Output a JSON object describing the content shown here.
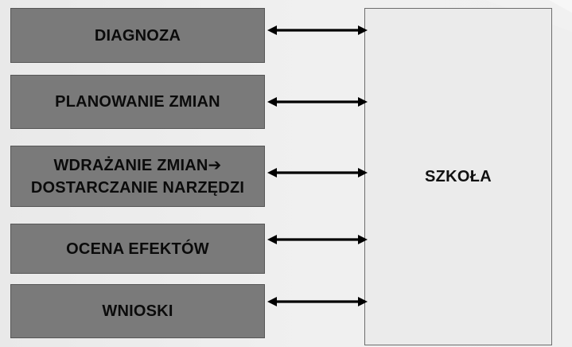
{
  "diagram": {
    "steps": [
      {
        "lines": [
          "DIAGNOZA"
        ]
      },
      {
        "lines": [
          "PLANOWANIE ZMIAN"
        ]
      },
      {
        "lines": [
          "WDRAŻANIE ZMIAN➔",
          "DOSTARCZANIE NARZĘDZI"
        ]
      },
      {
        "lines": [
          "OCENA EFEKTÓW"
        ]
      },
      {
        "lines": [
          "WNIOSKI"
        ]
      }
    ],
    "target": "SZKOŁA",
    "colors": {
      "step_fill": "#7a7a7a",
      "step_border": "#575757",
      "target_fill": "#ebebeb",
      "target_border": "#6d6d6d",
      "arrow": "#000000",
      "background": "#ececec"
    }
  }
}
